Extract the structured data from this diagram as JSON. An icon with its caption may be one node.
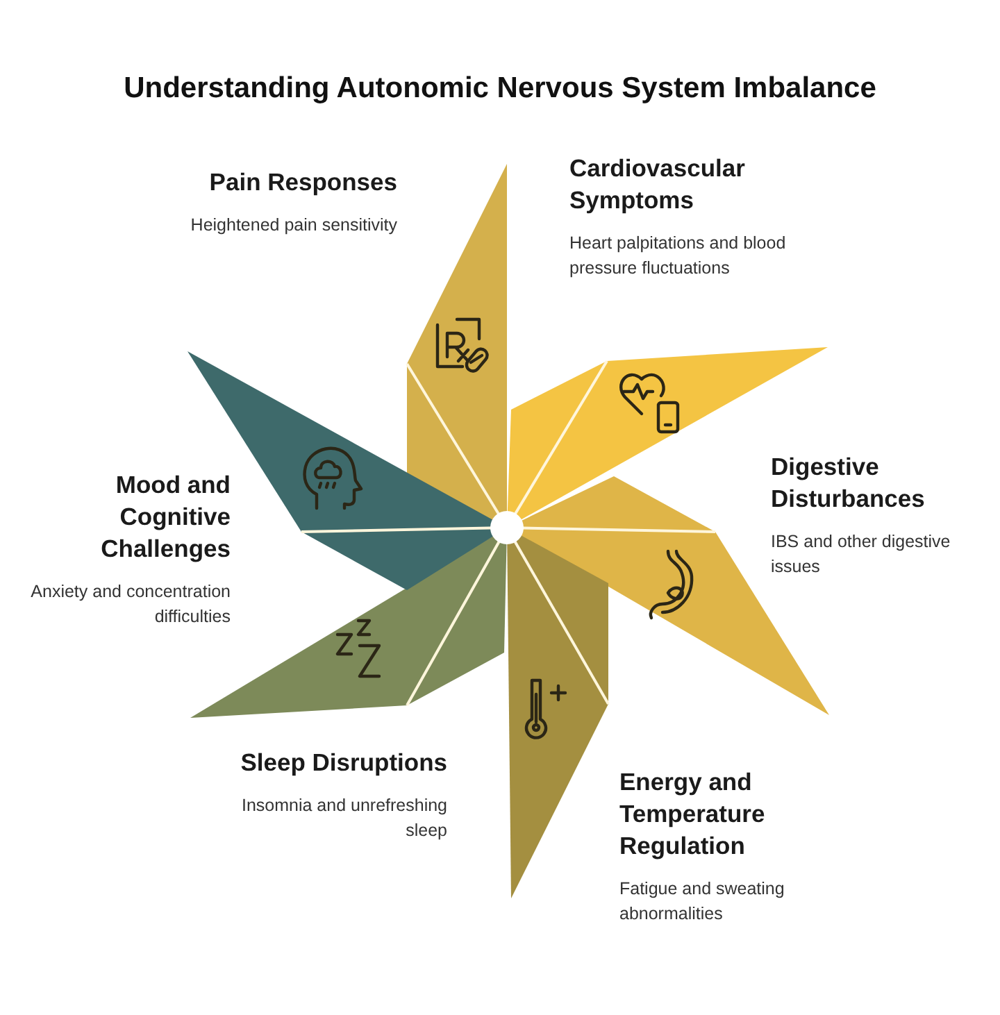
{
  "diagram": {
    "title": "Understanding Autonomic Nervous System Imbalance",
    "nodes": [
      {
        "text": [
          "Pain Responses",
          "Heightened pain sensitivity"
        ]
      },
      {
        "text": [
          "Cardiovascular Symptoms",
          "Heart palpitations and blood pressure fluctuations"
        ]
      },
      {
        "text": [
          "Digestive Disturbances",
          "IBS and other digestive issues"
        ]
      },
      {
        "text": [
          "Energy and Temperature Regulation",
          "Fatigue and sweating abnormalities"
        ]
      },
      {
        "text": [
          "Sleep Disruptions",
          "Insomnia and unrefreshing sleep"
        ]
      },
      {
        "text": [
          "Mood and Cognitive Challenges",
          "Anxiety and concentration difficulties"
        ]
      }
    ]
  }
}
